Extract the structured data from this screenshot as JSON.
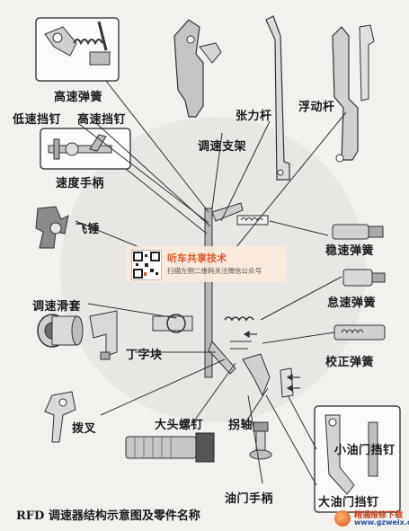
{
  "labels": {
    "high_speed_spring": "高速弹簧",
    "low_speed_stop": "低速挡钉",
    "high_speed_stop": "高速挡钉",
    "speed_lever": "速度手柄",
    "flyweight": "飞锤",
    "governor_sleeve": "调速滑套",
    "t_block": "丁字块",
    "fork": "拨叉",
    "big_head_screw": "大头螺钉",
    "crank_shaft": "拐轴",
    "fuel_lever": "油门手柄",
    "tension_lever": "张力杆",
    "floating_lever": "浮动杆",
    "governor_bracket": "调速支架",
    "stabilizer_spring": "稳速弹簧",
    "idle_spring": "怠速弹簧",
    "correction_spring": "校正弹簧",
    "small_throttle_stop": "小油门挡钉",
    "large_throttle_stop": "大油门挡钉"
  },
  "caption": "RFD 调速器结构示意图及零件名称",
  "watermark": {
    "title": "听车共享技术",
    "subtitle": "扫描左侧二维码关注微信公众号"
  },
  "logo": {
    "line1": "精通维修下载",
    "line2": "www.gzweix.com"
  }
}
